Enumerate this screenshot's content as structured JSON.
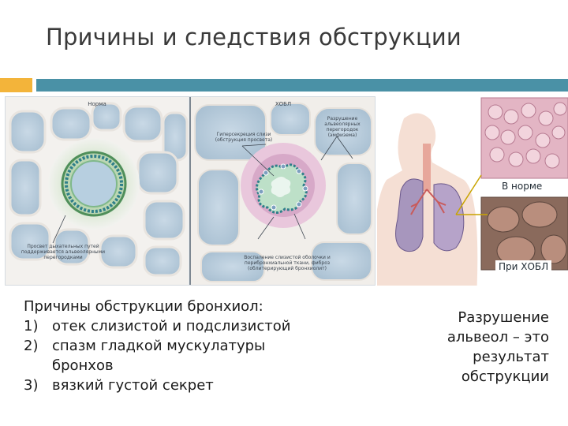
{
  "slide": {
    "title": "Причины и следствия обструкции"
  },
  "colors": {
    "accent_orange": "#f3b43a",
    "accent_teal": "#4a91a6"
  },
  "micro_panel": {
    "left_label": "Норма",
    "right_label": "ХОБЛ",
    "annotation_left_bottom": "Просвет дыхательных путей поддерживается альвеолярными перегородками",
    "annotation_right_top_1": "Гиперсекреция слизи (обструкция просвета)",
    "annotation_right_top_2": "Разрушение альвеолярных перегородок (эмфизема)",
    "annotation_right_bottom": "Воспаление слизистой оболочки и перибронхиальной ткани, фиброз (облитерирующий бронхиолит)"
  },
  "anatomy_panel": {
    "label_normal": "В норме",
    "label_copd": "При ХОБЛ"
  },
  "causes": {
    "heading": "Причины обструкции бронхиол:",
    "items": [
      {
        "num": "1)",
        "text": "отек слизистой и подслизистой"
      },
      {
        "num": "2)",
        "text": "спазм гладкой мускулатуры бронхов"
      },
      {
        "num": "3)",
        "text": "вязкий густой секрет"
      }
    ]
  },
  "result": {
    "lines": [
      "Разрушение",
      "альвеол – это",
      "результат",
      "обструкции"
    ]
  }
}
